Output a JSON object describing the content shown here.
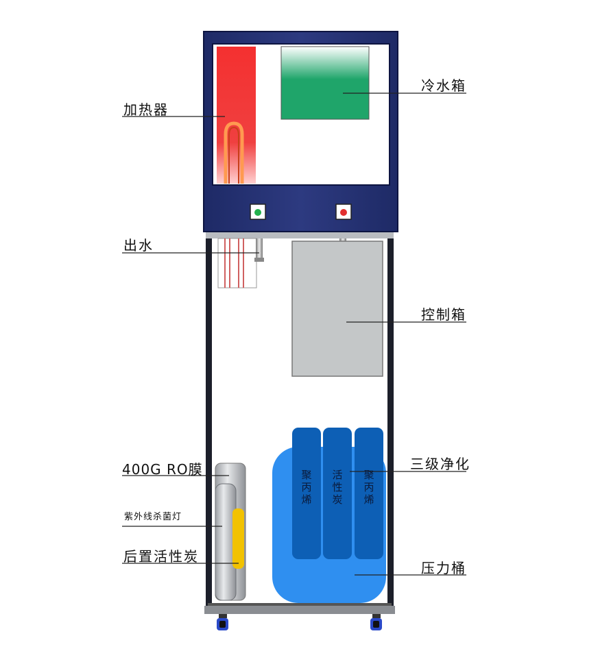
{
  "labels": {
    "heater": "加热器",
    "cold_tank": "冷水箱",
    "water_outlet": "出水",
    "control_box": "控制箱",
    "three_stage": "三级净化",
    "ro_membrane": "400G RO膜",
    "uv_lamp": "紫外线杀菌灯",
    "post_carbon": "后置活性炭",
    "pressure_tank": "压力桶"
  },
  "filters": [
    "聚丙烯",
    "活性炭",
    "聚丙烯"
  ],
  "colors": {
    "panel_navy": "#25306e",
    "heater_red": "#f03030",
    "cold_green": "#1fa56a",
    "control_gray": "#c4c7c8",
    "filter_blue": "#0d5fb5",
    "tank_blue": "#2f8ff0",
    "lamp_yellow": "#f2c200",
    "wheel_blue": "#2a49c8"
  }
}
